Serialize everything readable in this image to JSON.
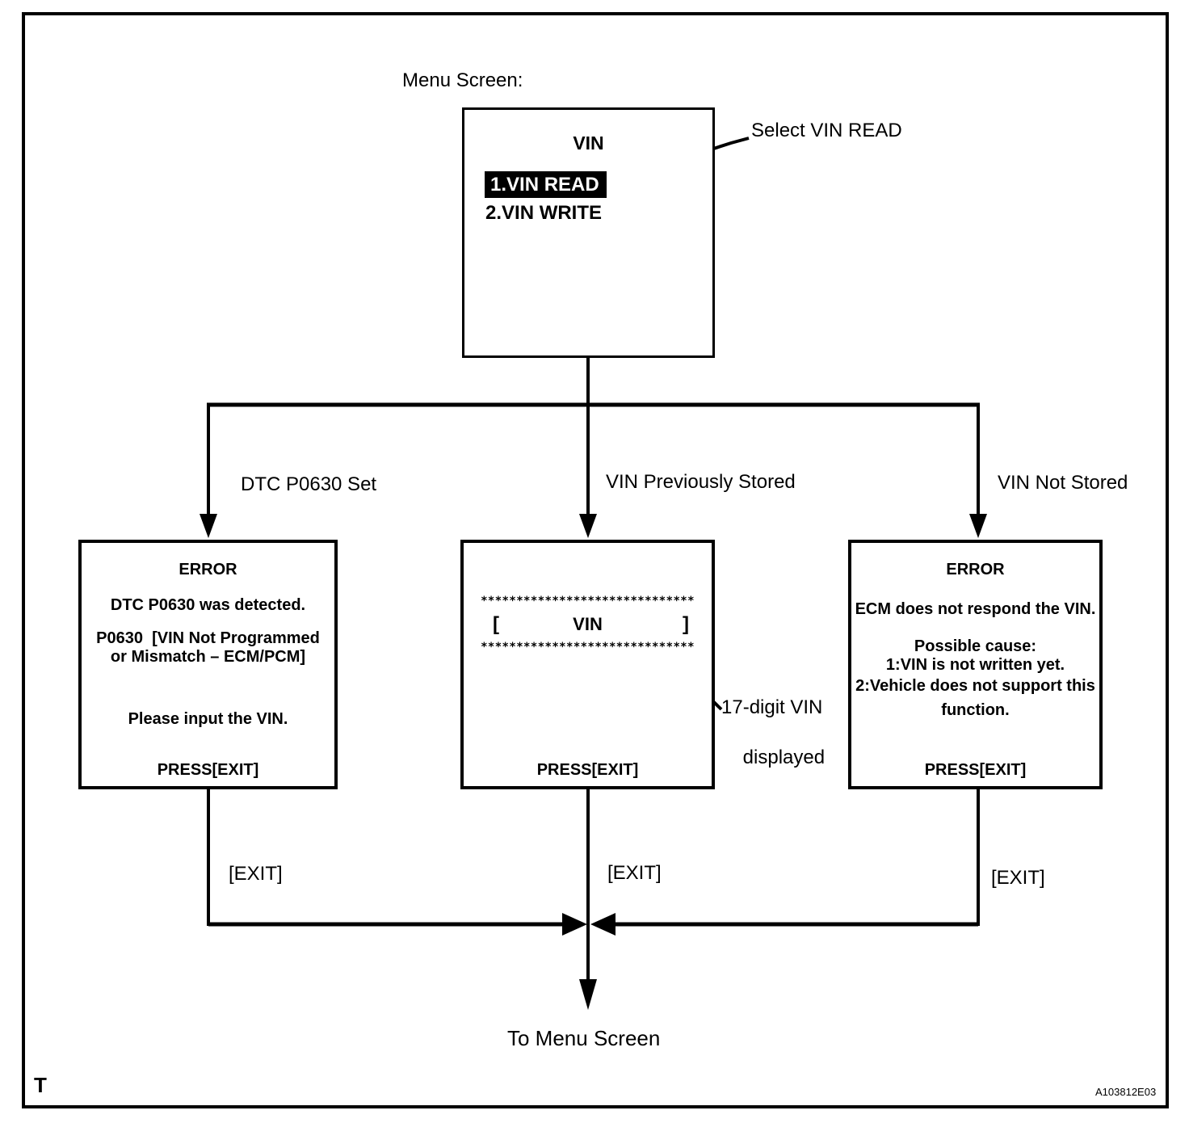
{
  "title_note": "Menu Screen:",
  "menu_box": {
    "title": "VIN",
    "items": [
      {
        "label": "1.VIN READ",
        "highlighted": true
      },
      {
        "label": "2.VIN WRITE",
        "highlighted": false
      }
    ]
  },
  "callouts": {
    "select": "Select VIN READ",
    "vin_digits_line1": "17-digit VIN",
    "vin_digits_line2": "displayed"
  },
  "branch_labels": {
    "left": "DTC P0630 Set",
    "middle": "VIN Previously Stored",
    "right": "VIN Not Stored"
  },
  "error_box_left": {
    "title": "ERROR",
    "lines": [
      "DTC P0630 was detected.",
      "P0630  [VIN Not Programmed",
      "or Mismatch – ECM/PCM]",
      "Please input the VIN."
    ],
    "press": "PRESS[EXIT]"
  },
  "vin_box": {
    "stars": "******************************",
    "open_bracket": "[",
    "vin": "VIN",
    "close_bracket": "]",
    "press": "PRESS[EXIT]"
  },
  "error_box_right": {
    "title": "ERROR",
    "lines": [
      "ECM does not respond the VIN.",
      "Possible cause:",
      "1:VIN is not written yet.",
      "2:Vehicle does not support this",
      "function."
    ],
    "press": "PRESS[EXIT]"
  },
  "exit_labels": {
    "left": "[EXIT]",
    "middle": "[EXIT]",
    "right": "[EXIT]"
  },
  "footer": {
    "to_menu": "To Menu Screen",
    "corner_letter": "T",
    "figure_id": "A103812E03"
  },
  "colors": {
    "ink": "#000000",
    "paper": "#ffffff",
    "highlight_bg": "#000000",
    "highlight_text": "#ffffff"
  }
}
